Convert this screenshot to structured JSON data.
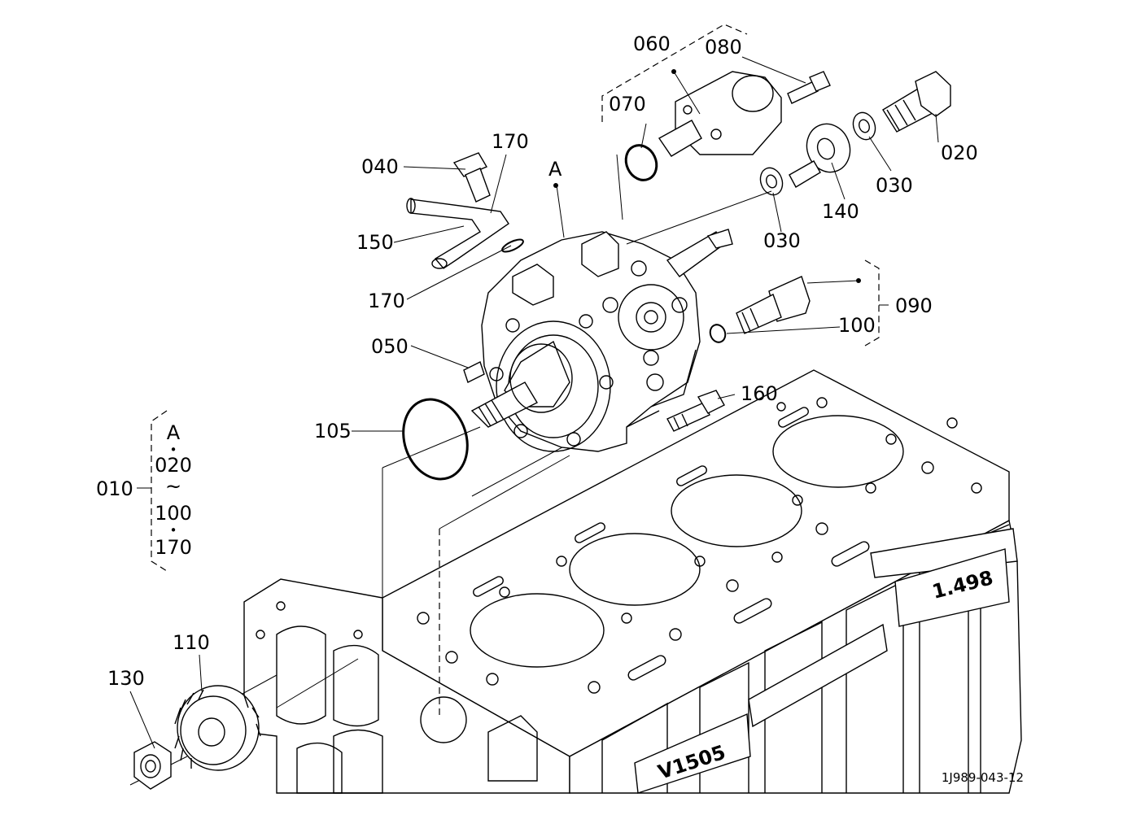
{
  "drawing_number": "1J989-043-12",
  "engine_stamps": [
    "V1505",
    "1.498"
  ],
  "callouts": {
    "c010": "010",
    "c020": "020",
    "c030a": "030",
    "c030b": "030",
    "c040": "040",
    "c050": "050",
    "c060": "060",
    "c070": "070",
    "c080": "080",
    "c090": "090",
    "c100": "100",
    "c105": "105",
    "c110": "110",
    "c130": "130",
    "c140": "140",
    "c150": "150",
    "c160": "160",
    "c170a": "170",
    "c170b": "170",
    "detail_a": "A"
  },
  "assembly_bracket": {
    "lines": [
      "A",
      "•",
      "020",
      "~",
      "100",
      "•",
      "170"
    ]
  }
}
